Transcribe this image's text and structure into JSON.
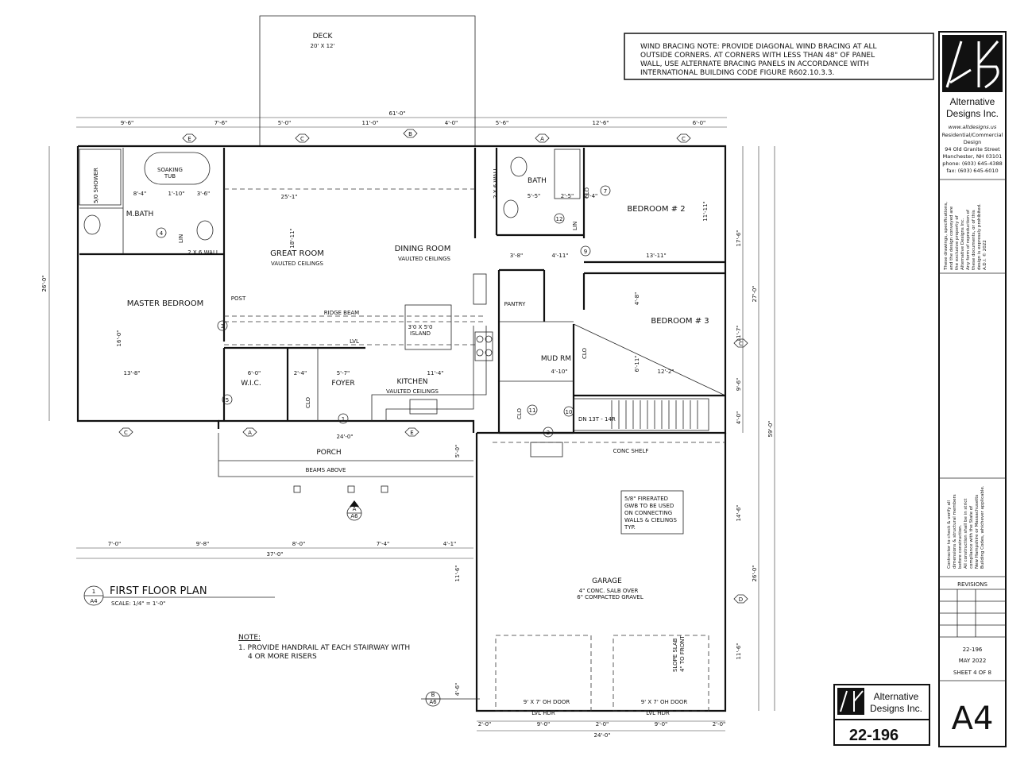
{
  "wind_note": {
    "line1": "WIND BRACING NOTE:  PROVIDE DIAGONAL WIND BRACING AT ALL",
    "line2": "OUTSIDE CORNERS.  AT  CORNERS WITH LESS THAN 48\"  OF PANEL",
    "line3": "WALL, USE ALTERNATE BRACING PANELS IN ACCORDANCE WITH",
    "line4": "INTERNATIONAL BUILDING CODE FIGURE R602.10.3.3."
  },
  "title_block": {
    "company_line1": "Alternative",
    "company_line2": "Designs Inc.",
    "website": "www.altdesigns.us",
    "type_line1": "Residential/Commercial",
    "type_line2": "Design",
    "address1": "94 Old Granite Street",
    "address2": "Manchester, NH 03101",
    "phone": "phone:  (603) 645-4388",
    "fax": "fax:  (603) 645-6010",
    "copyright_lines": [
      "These drawings, specifications,",
      "and the design conveyed are",
      "the exclusive property of",
      "Alternative Designs Inc.",
      "Any form of reproduction of",
      "these documents, or of this",
      "design is expressly prohibited.",
      "A.D.I. © 2022"
    ],
    "contractor_lines": [
      "Contractor to check & verify all",
      "dimensions & structural members",
      "before construction.",
      "All construction shall be in strict",
      "compliance with the State of",
      "New Hampshire or Massachusetts",
      "Building Codes, whichever applicable."
    ],
    "revisions_label": "REVISIONS",
    "job_number": "22-196",
    "date": "MAY 2022",
    "sheet": "SHEET 4 OF 8",
    "logo_company_line1": "Alternative",
    "logo_company_line2": "Designs Inc.",
    "logo_job": "22-196",
    "sheet_id": "A4"
  },
  "drawing": {
    "title": "FIRST FLOOR PLAN",
    "scale": "SCALE:  1/4\" = 1'-0\"",
    "callout_number": "1",
    "callout_sheet": "A4"
  },
  "note": {
    "heading": "NOTE:",
    "line1": "1. PROVIDE HANDRAIL AT EACH STAIRWAY WITH",
    "line2": "4 OR MORE RISERS"
  },
  "rooms": {
    "deck": "DECK",
    "deck_size": "20' X 12'",
    "great_room": "GREAT ROOM",
    "great_room_sub": "VAULTED CEILINGS",
    "dining_room": "DINING ROOM",
    "dining_room_sub": "VAULTED CEILINGS",
    "master_bedroom": "MASTER BEDROOM",
    "mbath": "M.BATH",
    "soaking_tub": "SOAKING",
    "soaking_tub2": "TUB",
    "shower": "5/0 SHOWER",
    "bath": "BATH",
    "bedroom2": "BEDROOM # 2",
    "bedroom3": "BEDROOM # 3",
    "pantry": "PANTRY",
    "mud_rm": "MUD RM",
    "island": "3'0 X 5'0",
    "island2": "ISLAND",
    "kitchen": "KITCHEN",
    "kitchen_sub": "VAULTED CEILINGS",
    "foyer": "FOYER",
    "wic": "W.I.C.",
    "porch": "PORCH",
    "beams_above": "BEAMS ABOVE",
    "garage": "GARAGE",
    "garage_sub1": "4\" CONC. SALB OVER",
    "garage_sub2": "6\" COMPACTED GRAVEL",
    "conc_shelf": "CONC SHELF",
    "ridge_beam": "RIDGE BEAM",
    "lvl": "LVL",
    "post": "POST",
    "stair": "DN    13T - 14R",
    "slope_slab1": "SLOPE SLAB",
    "slope_slab2": "4\" TO FRONT",
    "oh_door1": "9' X 7' OH DOOR",
    "oh_door2": "9' X 7' OH DOOR",
    "lvl_hdr1": "LVL HDR",
    "lvl_hdr2": "LVL HDR",
    "firerated": [
      "5/8\" FIRERATED",
      "GWB TO BE USED",
      "ON CONNECTING",
      "WALLS & CIELINGS",
      "TYP."
    ],
    "clo": "CLO",
    "lin": "LIN",
    "wall2x6": "2 X 6 WALL"
  },
  "dimensions": {
    "overall_top": "61'-0\"",
    "top": [
      "9'-6\"",
      "7'-6\"",
      "5'-0\"",
      "11'-0\"",
      "4'-0\"",
      "5'-6\"",
      "12'-6\"",
      "6'-0\""
    ],
    "left_height": "26'-0\"",
    "right_total": "59'-0\"",
    "right_upper": "27'-0\"",
    "right_parts": [
      "17'-6\"",
      "11'-7\"",
      "9'-6\"",
      "4'-0\""
    ],
    "right_garage": "26'-0\"",
    "right_garage_parts": [
      "14'-6\"",
      "11'-6\""
    ],
    "porch_bottom": [
      "7'-0\"",
      "9'-8\"",
      "8'-0\"",
      "7'-4\"",
      "4'-1\""
    ],
    "porch_total": "37'-0\"",
    "porch_width": "24'-0\"",
    "porch_depth": "5'-0\"",
    "garage_left": "11'-6\"",
    "garage_left2": "4'-6\"",
    "garage_bottom": [
      "2'-0\"",
      "9'-0\"",
      "2'-0\"",
      "9'-0\"",
      "2'-0\""
    ],
    "garage_total": "24'-0\"",
    "interior": [
      "25'-1\"",
      "18'-11\"",
      "8'-4\"",
      "1'-10\"",
      "3'-6\"",
      "16'-0\"",
      "13'-8\"",
      "6'-0\"",
      "2'-4\"",
      "5'-7\"",
      "11'-4\"",
      "3'-8\"",
      "4'-11\"",
      "13'-11\"",
      "4'-8\"",
      "4'-10\"",
      "12'-2\"",
      "11'-11\"",
      "2'-5\"",
      "2'-4\"",
      "5'-5\"",
      "6'-11\""
    ]
  },
  "window_tags": [
    "E",
    "C",
    "B",
    "A",
    "C",
    "C",
    "A",
    "E",
    "C",
    "D"
  ],
  "door_tags": [
    "1",
    "2",
    "3",
    "4",
    "5",
    "6",
    "7",
    "8",
    "9",
    "10",
    "11",
    "12"
  ],
  "section_markers": [
    "A",
    "A6",
    "B",
    "A6"
  ]
}
